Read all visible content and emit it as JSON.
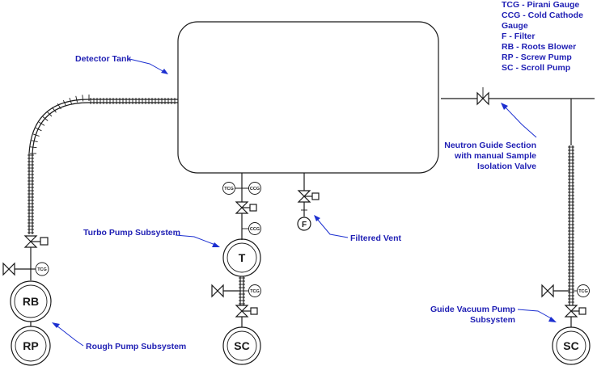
{
  "legend": {
    "items": [
      "TCG - Pirani Gauge",
      "CCG - Cold Cathode",
      "Gauge",
      "F - Filter",
      "RB - Roots Blower",
      "RP - Screw Pump",
      "SC - Scroll Pump"
    ]
  },
  "labels": {
    "detector_tank": "Detector Tank",
    "turbo_subsystem": "Turbo Pump Subsystem",
    "filtered_vent": "Filtered Vent",
    "rough_subsystem": "Rough Pump Subsystem",
    "neutron_guide": [
      "Neutron Guide Section",
      "with manual Sample",
      "Isolation Valve"
    ],
    "guide_subsystem": [
      "Guide Vacuum Pump",
      "Subsystem"
    ]
  },
  "pumps": {
    "rb": "RB",
    "rp": "RP",
    "turbo": "T",
    "sc_center": "SC",
    "sc_right": "SC"
  },
  "gauges": {
    "tcg": "TCG",
    "ccg": "CCG"
  },
  "filter": "F",
  "colors": {
    "label": "#1f1fb4",
    "line": "#1a1a1a",
    "leader": "#1c2fd0"
  }
}
